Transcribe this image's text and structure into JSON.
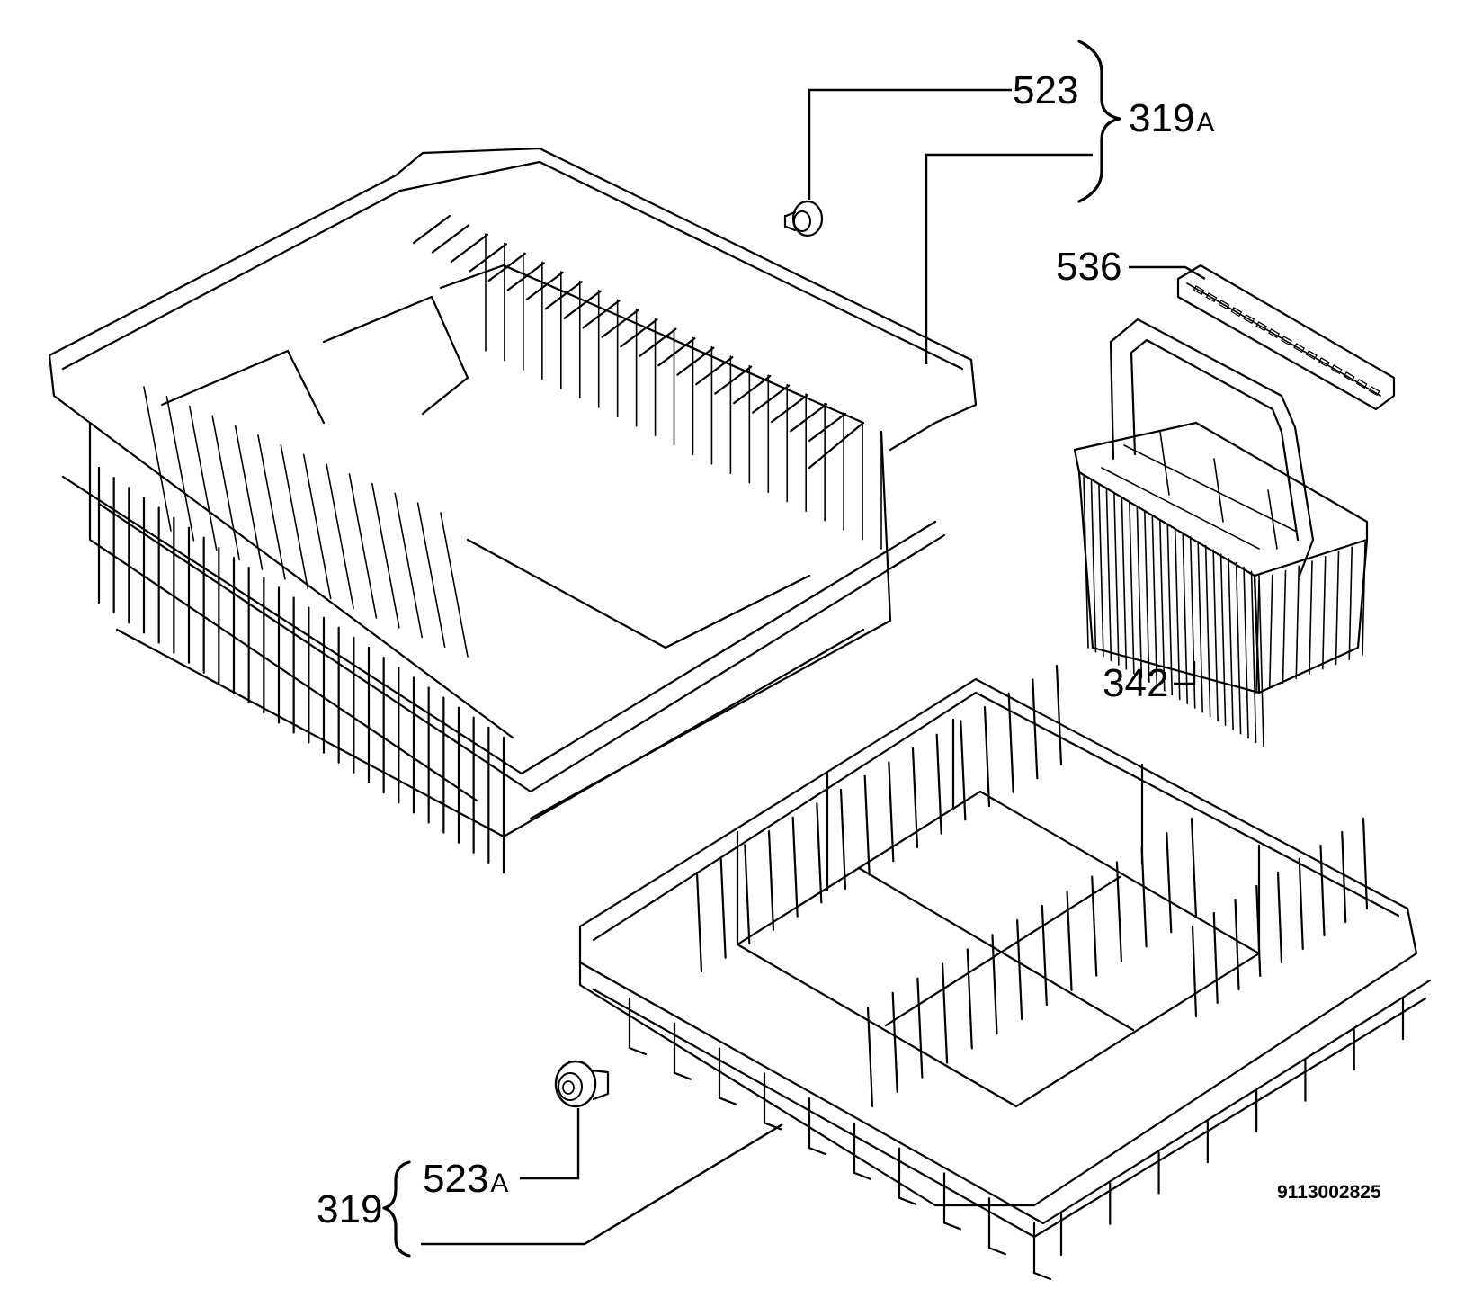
{
  "diagram": {
    "labels": {
      "p523": "523",
      "p319a_num": "319",
      "p319a_suffix": "A",
      "p536": "536",
      "p342": "342",
      "p523a_num": "523",
      "p523a_suffix": "A",
      "p319": "319"
    },
    "drawing_code": "9113002825"
  }
}
